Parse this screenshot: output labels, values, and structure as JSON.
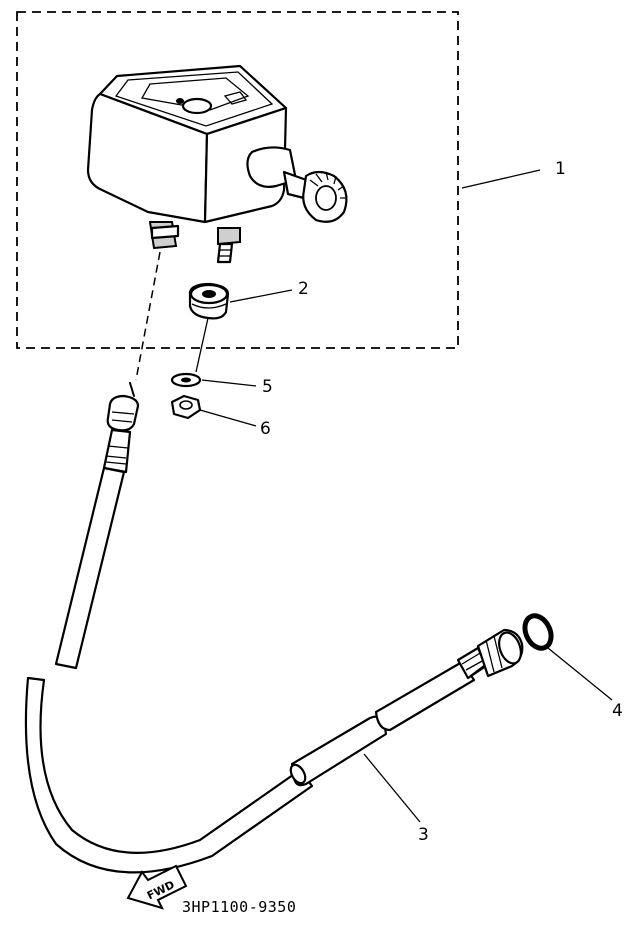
{
  "labels": {
    "p1": "1",
    "p2": "2",
    "p3": "3",
    "p4": "4",
    "p5": "5",
    "p6": "6"
  },
  "arrow_text": "FWD",
  "part_code": "3HP1100-9350"
}
